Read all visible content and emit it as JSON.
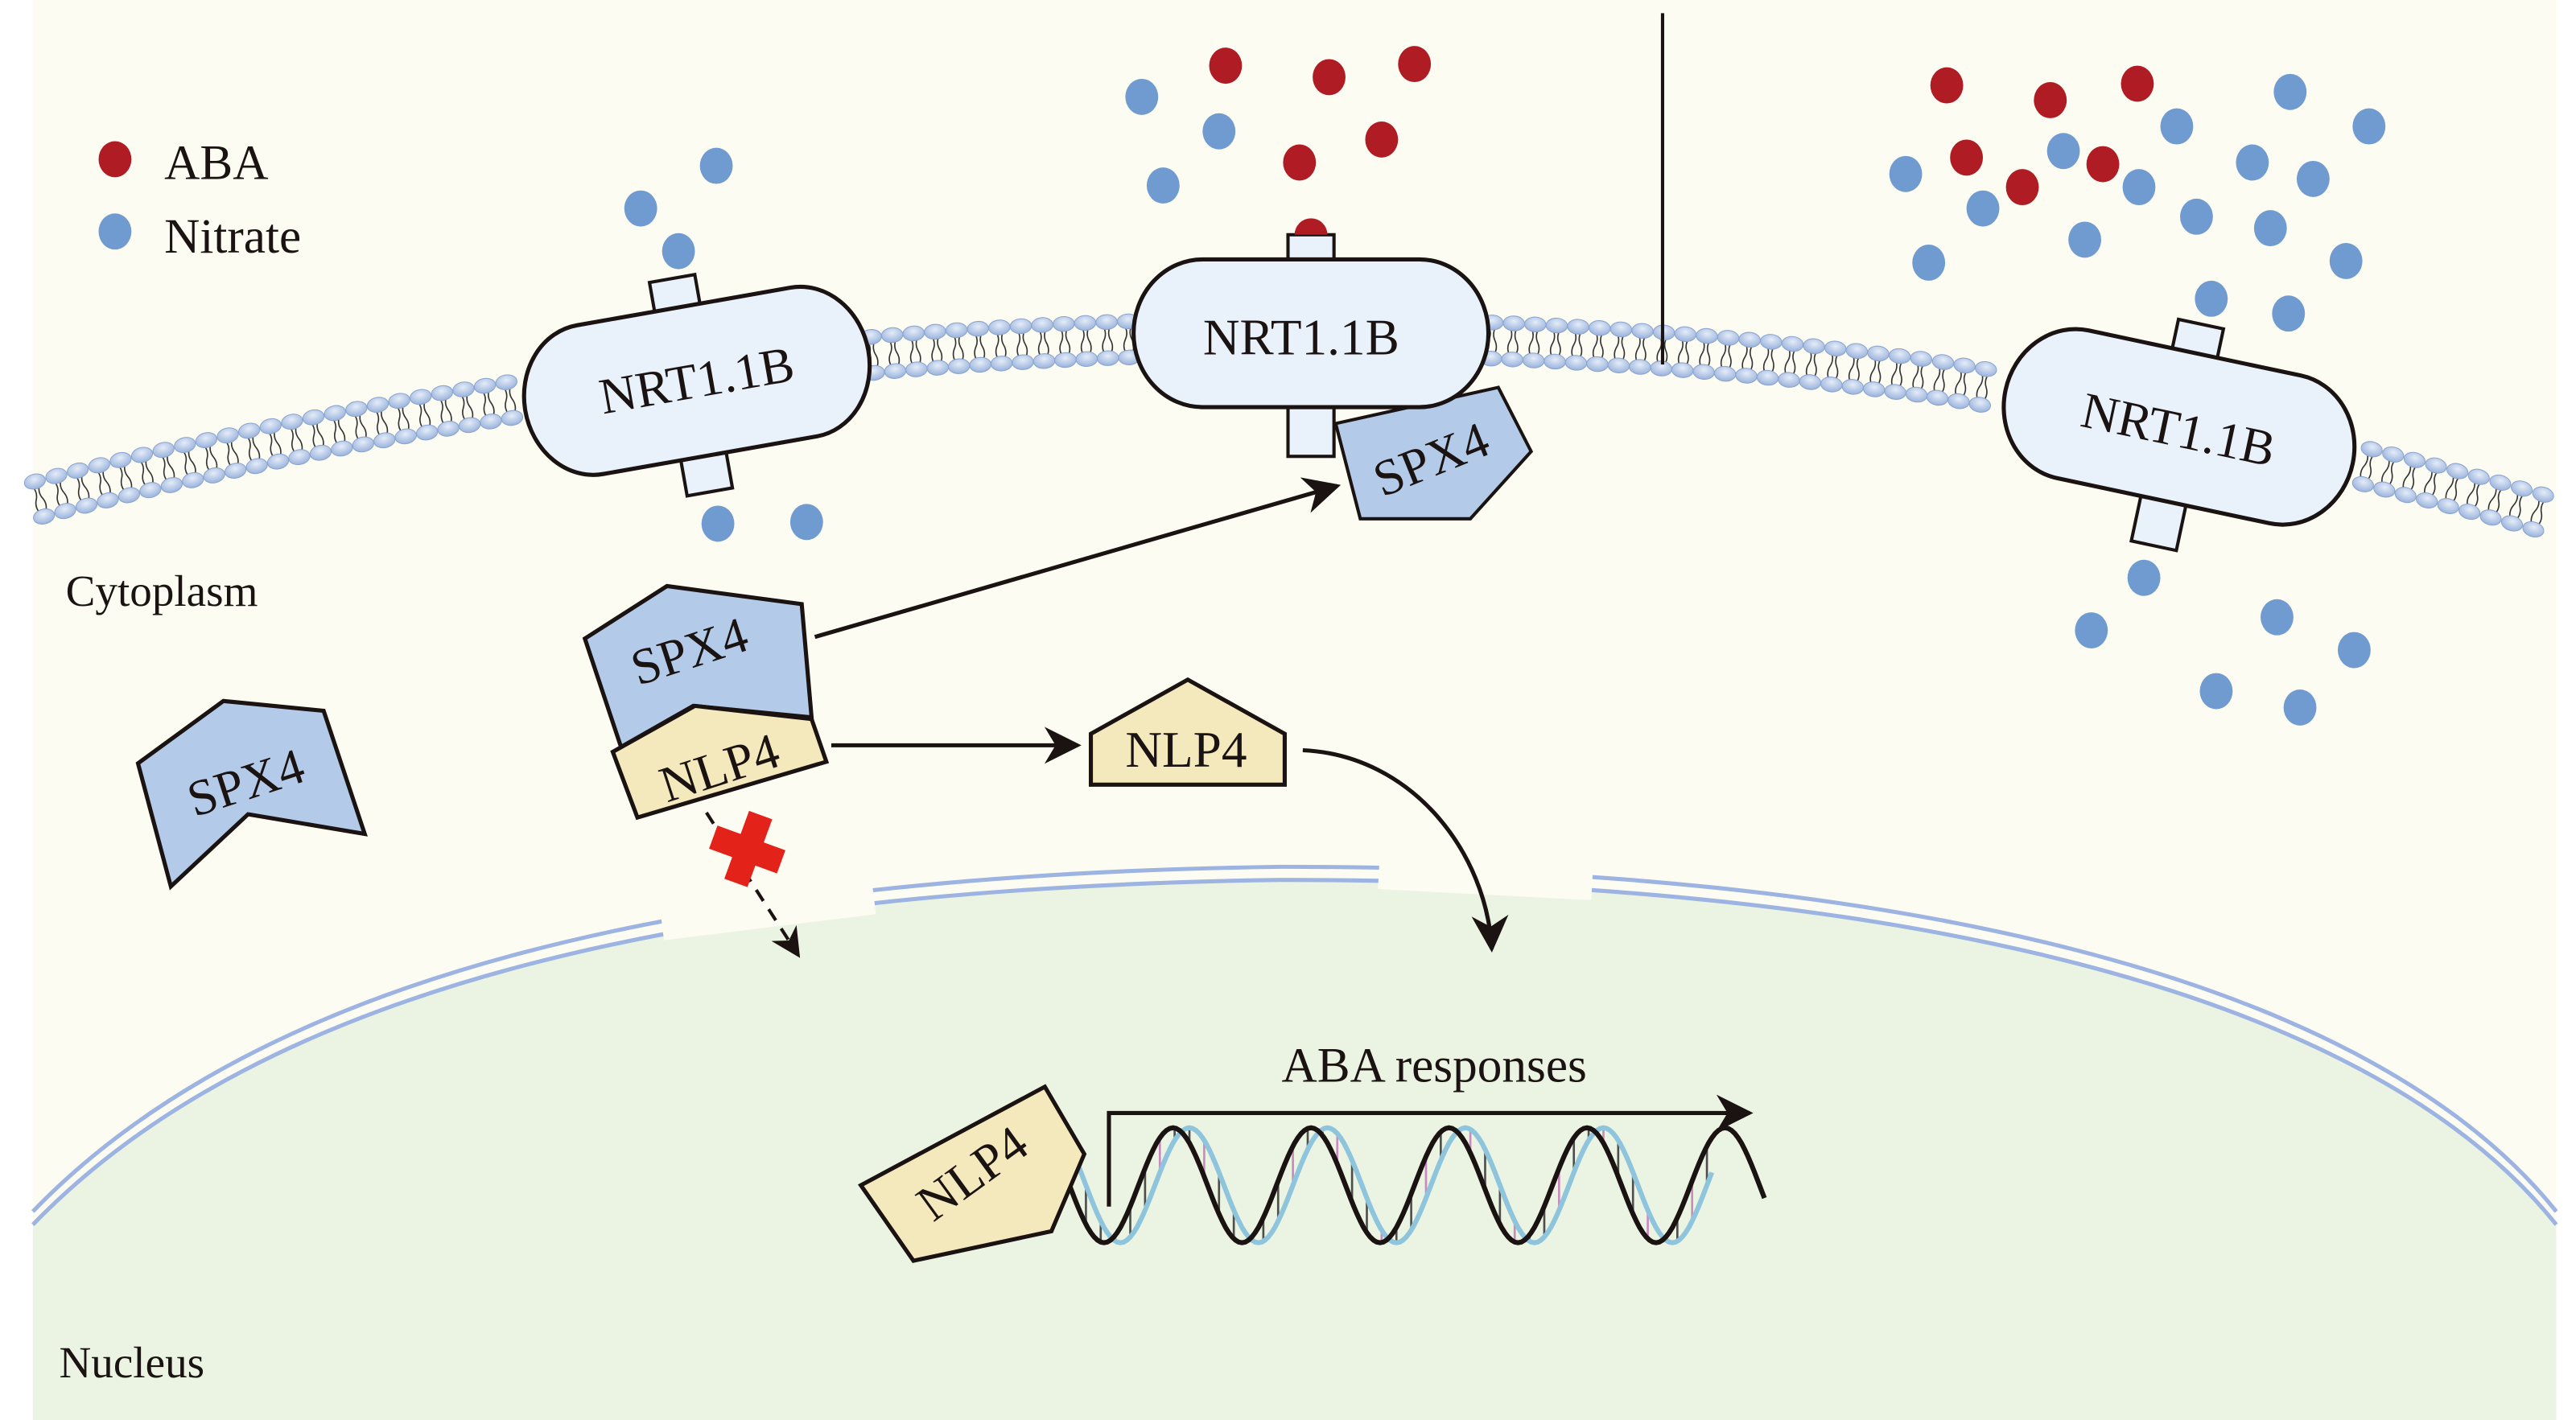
{
  "figure": {
    "legend": {
      "items": [
        {
          "label": "ABA",
          "color": "#b01c23"
        },
        {
          "label": "Nitrate",
          "color": "#6f9bd1"
        }
      ]
    },
    "compartments": {
      "cytoplasm": "Cytoplasm",
      "nucleus": "Nucleus"
    },
    "transporters": [
      {
        "label": "NRT1.1B",
        "state": "nitrate only"
      },
      {
        "label": "NRT1.1B",
        "state": "ABA + nitrate, SPX4 bound"
      },
      {
        "label": "NRT1.1B",
        "state": "nitrate only"
      }
    ],
    "proteins": {
      "spx4_free": "SPX4",
      "spx4_bound_membrane": "SPX4",
      "spx4_complex": "SPX4",
      "nlp4_complex": "NLP4",
      "nlp4_released": "NLP4",
      "nlp4_dna": "NLP4"
    },
    "dna": {
      "label": "ABA responses"
    },
    "colors": {
      "cytoplasm_bg": "#fdfcf3",
      "nucleus_bg": "#ebf4e3",
      "membrane": "#b3c8e8",
      "transporter_fill": "#e9f1fb",
      "spx4_fill": "#b3cbe8",
      "nlp4_fill": "#f4e8bd",
      "block_mark": "#e32219",
      "aba": "#b01c23",
      "nitrate": "#6f9bd1"
    }
  }
}
